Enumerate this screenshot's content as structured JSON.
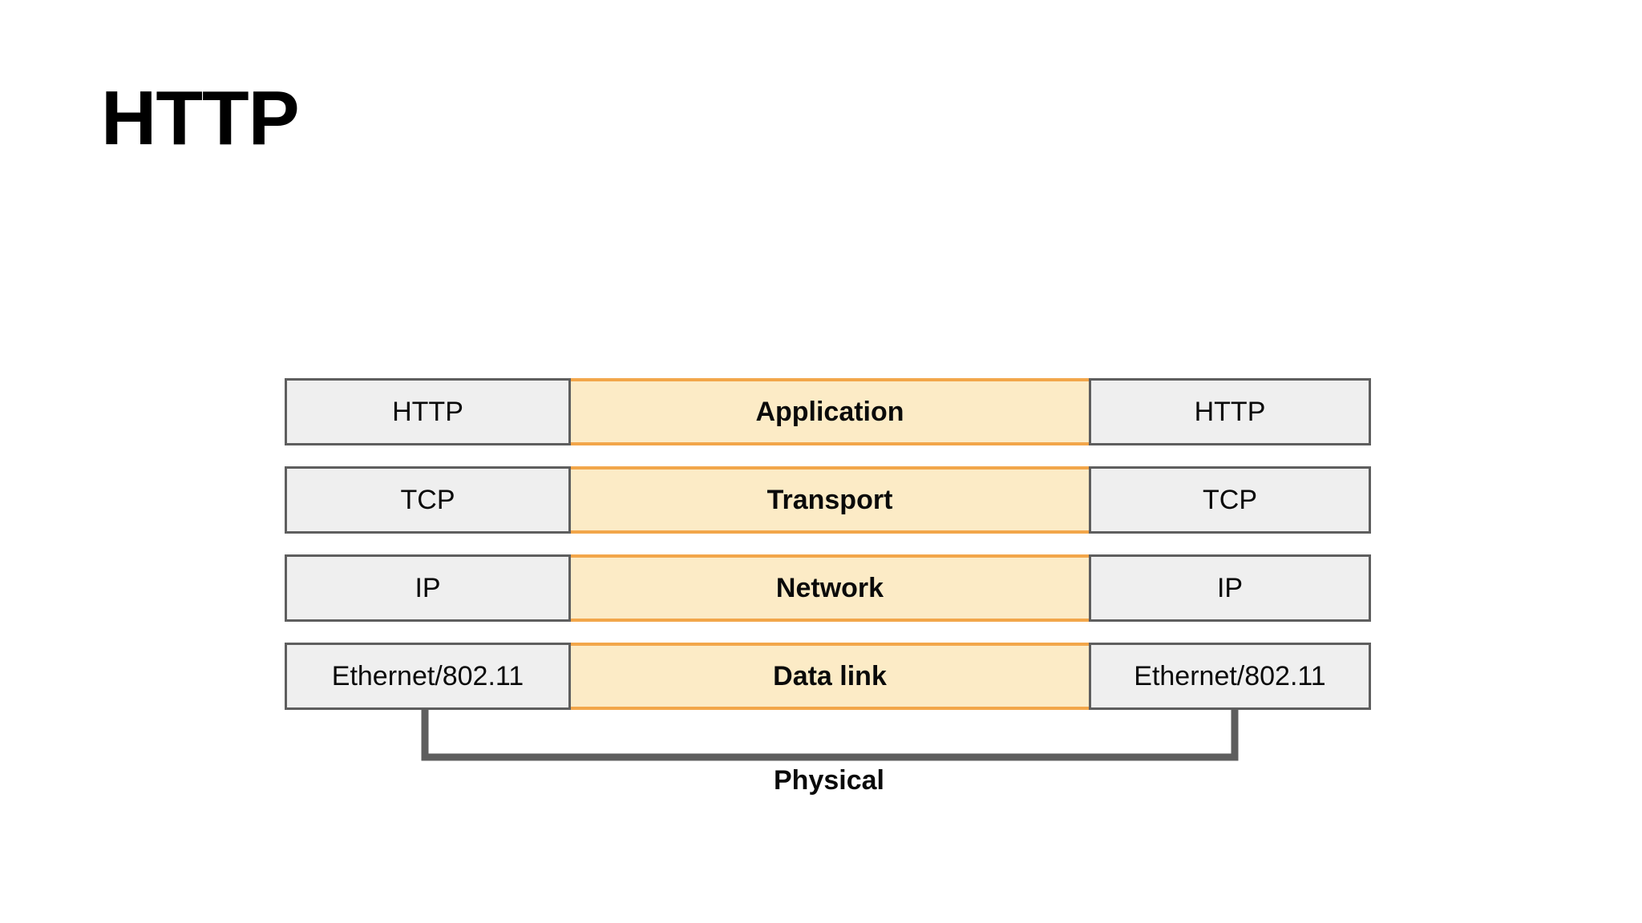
{
  "slide": {
    "title": "HTTP",
    "background_color": "#FFFFFF"
  },
  "colors": {
    "side_box_fill": "#EFEFEF",
    "side_box_border": "#5E5E5E",
    "middle_box_fill": "#FCEBC6",
    "middle_box_border": "#F2A64A",
    "bracket_stroke": "#5E5E5E",
    "text": "#0A0A0A"
  },
  "diagram": {
    "name": "network-protocol-stack",
    "rows": [
      {
        "left_label": "HTTP",
        "layer_label": "Application",
        "right_label": "HTTP"
      },
      {
        "left_label": "TCP",
        "layer_label": "Transport",
        "right_label": "TCP"
      },
      {
        "left_label": "IP",
        "layer_label": "Network",
        "right_label": "IP"
      },
      {
        "left_label": "Ethernet/802.11",
        "layer_label": "Data link",
        "right_label": "Ethernet/802.11"
      }
    ],
    "bracket": {
      "label": "Physical"
    }
  }
}
